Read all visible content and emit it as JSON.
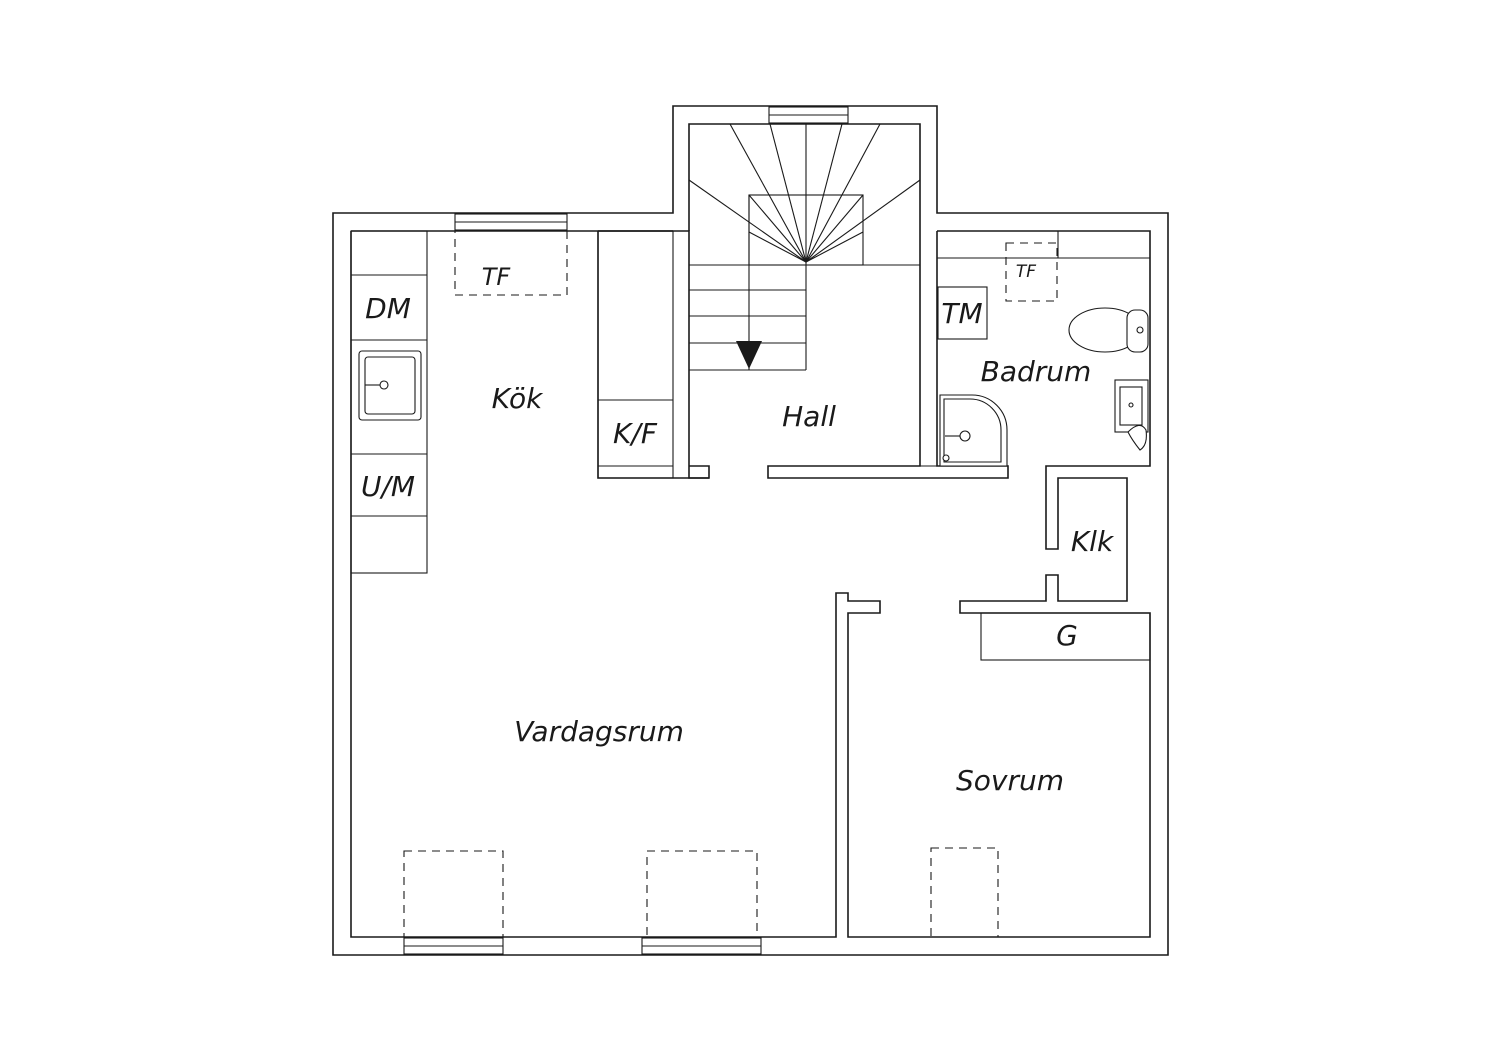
{
  "rooms": {
    "kitchen": "Kök",
    "hall": "Hall",
    "bathroom": "Badrum",
    "living_room": "Vardagsrum",
    "bedroom": "Sovrum",
    "closet": "Klk"
  },
  "fixtures": {
    "dishwasher": "DM",
    "oven_microwave": "U/M",
    "fridge_freezer": "K/F",
    "washing_machine": "TM",
    "kitchen_drying_cabinet": "TF",
    "bathroom_drying_cabinet": "TF",
    "wardrobe": "G"
  },
  "colors": {
    "line": "#1a1a1a",
    "background": "#ffffff"
  }
}
